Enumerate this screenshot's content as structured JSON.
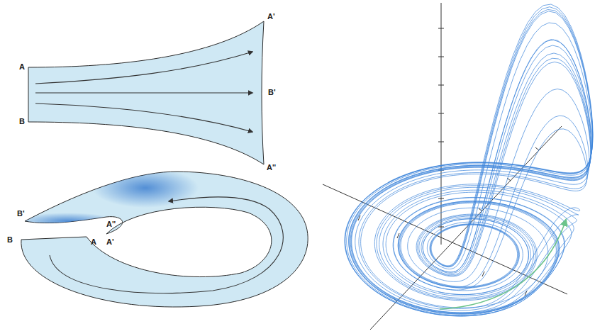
{
  "diagram": {
    "labels": [
      "A",
      "B",
      "A'",
      "B'",
      "A''",
      "B'",
      "A''",
      "A'",
      "B",
      "A"
    ]
  }
}
